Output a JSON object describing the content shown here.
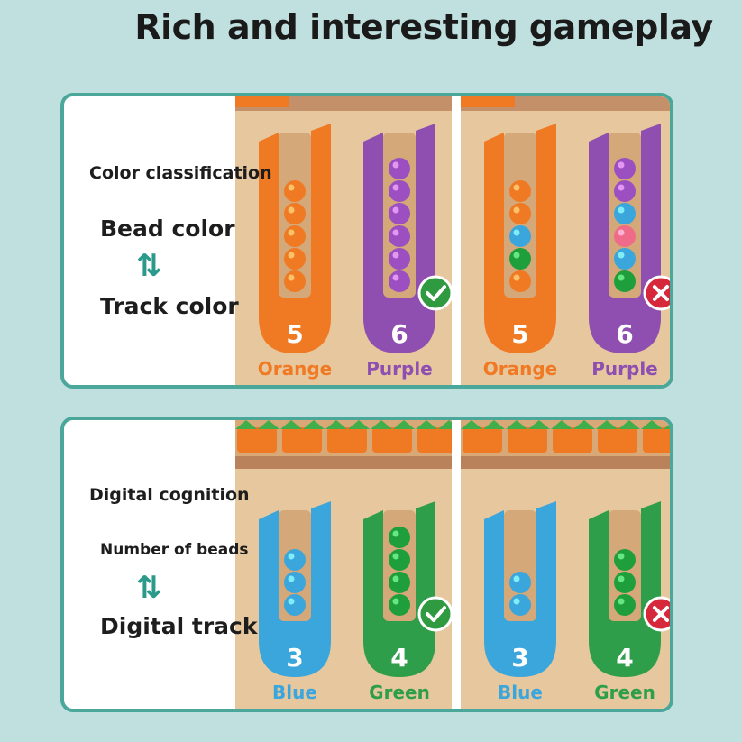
{
  "headline": "Rich and interesting gameplay",
  "panel1": {
    "title": "Color classification",
    "line1": "Bead color",
    "arrows": "⇅",
    "line2": "Track color",
    "left": {
      "tracks": [
        {
          "number": "5",
          "name": "Orange",
          "color": "#f07a23",
          "beads": [
            "orange",
            "orange",
            "orange",
            "orange",
            "orange"
          ]
        },
        {
          "number": "6",
          "name": "Purple",
          "color": "#8e4fb0",
          "beads": [
            "purple",
            "purple",
            "purple",
            "purple",
            "purple",
            "purple"
          ]
        }
      ],
      "result_icon": "check-icon"
    },
    "right": {
      "tracks": [
        {
          "number": "5",
          "name": "Orange",
          "color": "#f07a23",
          "beads": [
            "orange",
            "green",
            "blue",
            "orange",
            "orange"
          ]
        },
        {
          "number": "6",
          "name": "Purple",
          "color": "#8e4fb0",
          "beads": [
            "green",
            "blue",
            "pink",
            "blue",
            "purple",
            "purple"
          ]
        }
      ],
      "result_icon": "cross-icon"
    }
  },
  "panel2": {
    "title": "Digital cognition",
    "line1": "Number of beads",
    "arrows": "⇅",
    "line2": "Digital track",
    "left": {
      "tracks": [
        {
          "number": "3",
          "name": "Blue",
          "color": "#3aa6dc",
          "beads": [
            "blue",
            "blue",
            "blue"
          ]
        },
        {
          "number": "4",
          "name": "Green",
          "color": "#2e9e4a",
          "beads": [
            "green",
            "green",
            "green",
            "green"
          ]
        }
      ],
      "result_icon": "check-icon"
    },
    "right": {
      "tracks": [
        {
          "number": "3",
          "name": "Blue",
          "color": "#3aa6dc",
          "beads": [
            "blue",
            "blue"
          ]
        },
        {
          "number": "4",
          "name": "Green",
          "color": "#2e9e4a",
          "beads": [
            "green",
            "green",
            "green"
          ]
        }
      ],
      "result_icon": "cross-icon"
    }
  },
  "colors": {
    "orange": "#f07a23",
    "purple": "#9b4fc0",
    "green": "#1f9e3c",
    "blue": "#3aa6dc",
    "pink": "#f06b8a",
    "wood": "#e7c79e",
    "check": "#2f9a3f",
    "cross": "#d6283a"
  }
}
